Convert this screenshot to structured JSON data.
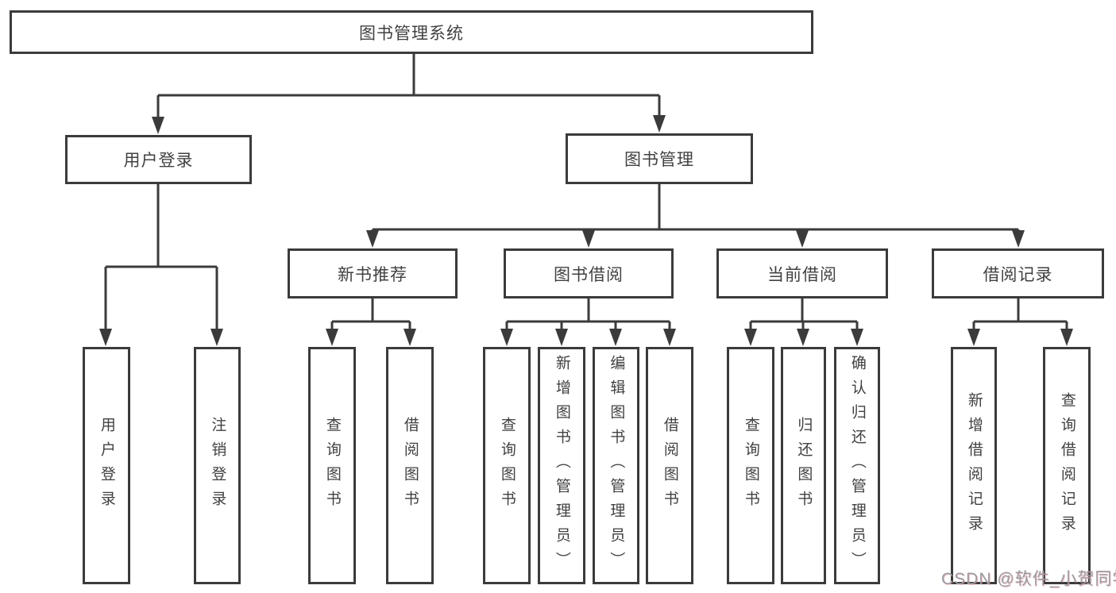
{
  "diagram": {
    "watermark": "CSDN @软件_小贺同学",
    "colors": {
      "line": "#3b3b3b",
      "box_border": "#3b3b3b",
      "text": "#414141",
      "background": "#ffffff",
      "watermark": "#9b9ba3"
    },
    "tree": {
      "label": "图书管理系统",
      "children": [
        {
          "label": "用户登录",
          "children": [
            {
              "label": "用户登录"
            },
            {
              "label": "注销登录"
            }
          ]
        },
        {
          "label": "图书管理",
          "children": [
            {
              "label": "新书推荐",
              "children": [
                {
                  "label": "查询图书"
                },
                {
                  "label": "借阅图书"
                }
              ]
            },
            {
              "label": "图书借阅",
              "children": [
                {
                  "label": "查询图书"
                },
                {
                  "label": "新增图书（管理员）"
                },
                {
                  "label": "编辑图书（管理员）"
                },
                {
                  "label": "借阅图书"
                }
              ]
            },
            {
              "label": "当前借阅",
              "children": [
                {
                  "label": "查询图书"
                },
                {
                  "label": "归还图书"
                },
                {
                  "label": "确认归还（管理员）"
                }
              ]
            },
            {
              "label": "借阅记录",
              "children": [
                {
                  "label": "新增借阅记录"
                },
                {
                  "label": "查询借阅记录"
                }
              ]
            }
          ]
        }
      ]
    }
  }
}
